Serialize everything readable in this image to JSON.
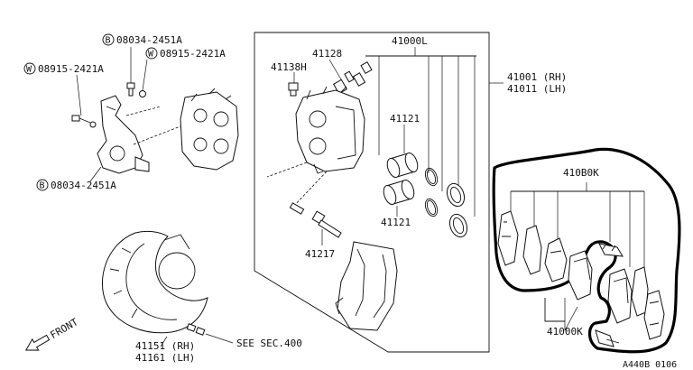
{
  "labels": {
    "bolt_b_top": "08034-2451A",
    "washer_w_top": "08915-2421A",
    "washer_w_left": "08915-2421A",
    "bolt_b_bottom": "08034-2451A",
    "bleeder": "41128",
    "bleeder_cap": "41138H",
    "seal_kit": "41000L",
    "caliper_rh": "41001 (RH)",
    "caliper_lh": "41011 (LH)",
    "piston_top": "41121",
    "piston_bottom": "41121",
    "pin": "41217",
    "pad_kit": "410B0K",
    "pad_kit_hw": "41000K",
    "shield_rh": "41151 (RH)",
    "shield_lh": "41161 (LH)",
    "see_sec": "SEE SEC.400",
    "front": "FRONT",
    "drawing_code": "A440B 0106"
  },
  "markers": {
    "b": "B",
    "w": "W"
  }
}
